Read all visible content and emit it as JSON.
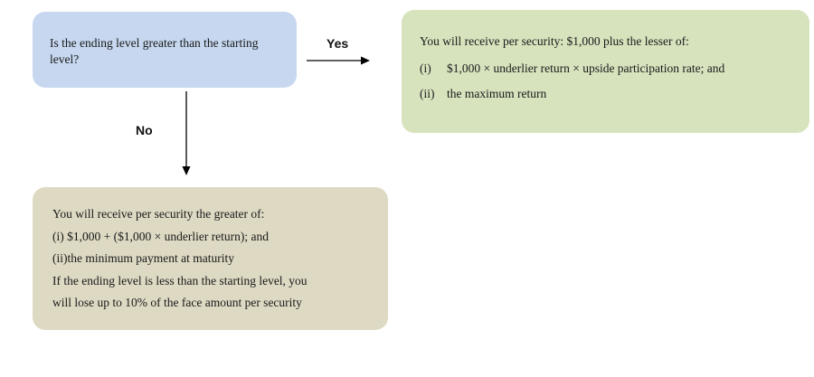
{
  "question_box": {
    "text": "Is the ending level greater than the starting level?"
  },
  "yes_branch": {
    "label": "Yes",
    "line1": "You will receive per security: $1,000 plus the lesser of:",
    "item1_num": "(i)",
    "item1_text": "$1,000 × underlier return × upside participation rate; and",
    "item2_num": "(ii)",
    "item2_text": "the maximum return"
  },
  "no_branch": {
    "label": "No",
    "line1": "You will receive per security the greater of:",
    "line2": "(i) $1,000 + ($1,000 × underlier return); and",
    "line3": "(ii)the minimum payment at maturity",
    "line4": "If the ending level is less than the starting level, you",
    "line5": "will lose up to 10% of the face amount per security"
  },
  "colors": {
    "question_fill": "#c6d7ef",
    "yes_fill": "#d6e3bd",
    "no_fill": "#ddd9c3",
    "arrow": "#000000"
  }
}
